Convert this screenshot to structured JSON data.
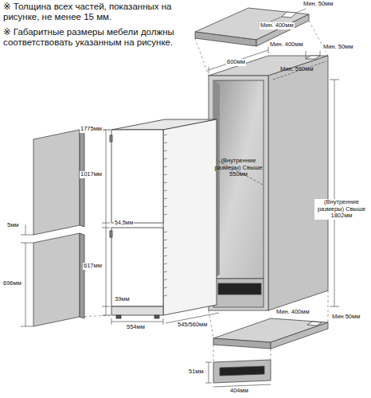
{
  "diagram": {
    "labels": [
      "※ Толщина всех частей, показанных на рисунке, не менее 15 мм.",
      "※ Габаритные размеры мебели должны соответствовать указанным на рисунке.",
      "Мин. 400мм",
      "Мин. 50мм",
      "Мин. 400мм",
      "Мин. 50мм",
      "600мм",
      "Мин. 560мм",
      "(Внутренние размеры) Свыше 550мм",
      "(Внутренние размеры) Свыше 1802мм",
      "1775мм",
      "1017мм",
      "54,5мм",
      "617мм",
      "39мм",
      "554мм",
      "545/560мм",
      "5мм",
      "696мм",
      "Мин. 400мм",
      "Мин 50мм",
      "51мм",
      "404мм"
    ]
  }
}
